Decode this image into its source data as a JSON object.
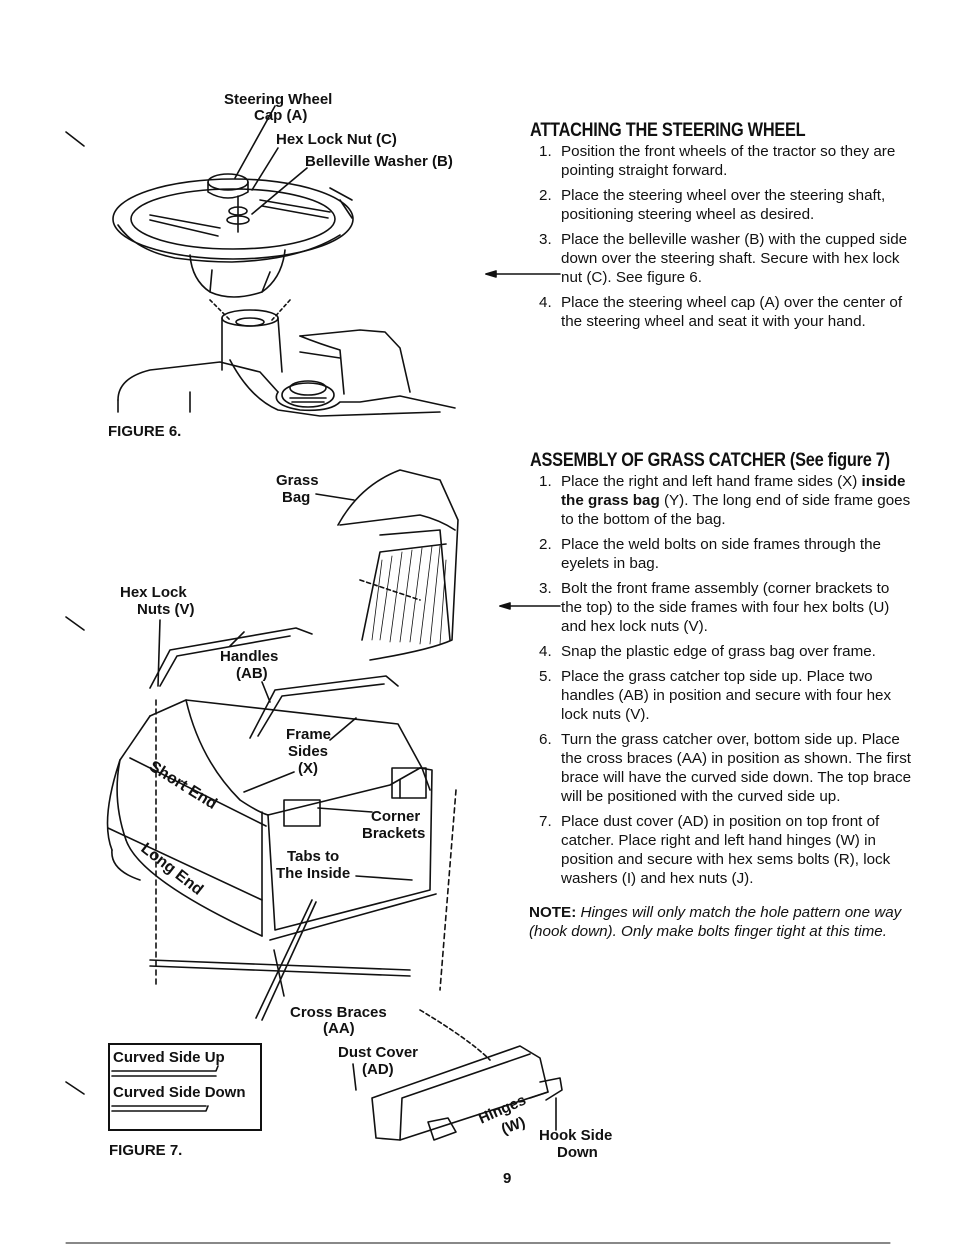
{
  "figure6": {
    "labels": {
      "steering_wheel_cap": "Steering Wheel",
      "steering_wheel_cap_2": "Cap (A)",
      "hex_lock_nut": "Hex Lock Nut (C)",
      "belleville_washer": "Belleville Washer (B)"
    },
    "caption": "FIGURE 6."
  },
  "section1": {
    "title": "ATTACHING THE STEERING WHEEL",
    "steps": [
      {
        "num": "1.",
        "text": "Position the front wheels of the tractor so they are pointing straight forward."
      },
      {
        "num": "2.",
        "text": "Place the steering wheel over the steering shaft, positioning steering wheel as desired."
      },
      {
        "num": "3.",
        "text": "Place the belleville washer (B) with the cupped side down over the steering shaft. Secure with hex lock nut (C). See figure 6."
      },
      {
        "num": "4.",
        "text": "Place the steering wheel cap (A) over the center of the steering wheel and seat it with your hand."
      }
    ]
  },
  "section2": {
    "title": "ASSEMBLY OF GRASS CATCHER (See figure 7)",
    "step1": {
      "num": "1.",
      "pre": "Place the right and left hand frame sides (X) ",
      "bold": "inside the grass bag",
      "post": " (Y). The long end of side frame goes to the bottom of the bag."
    },
    "steps": [
      {
        "num": "2.",
        "text": "Place the weld bolts on side frames through the eyelets in bag."
      },
      {
        "num": "3.",
        "text": "Bolt the front frame assembly (corner brackets to the top) to the side frames with four hex bolts (U) and hex lock nuts (V)."
      },
      {
        "num": "4.",
        "text": "Snap the plastic edge of grass bag over frame."
      },
      {
        "num": "5.",
        "text": "Place the grass catcher top side up. Place two handles (AB) in position and secure with four hex lock nuts (V)."
      },
      {
        "num": "6.",
        "text": "Turn the grass catcher over, bottom side up. Place the cross braces (AA) in position as shown. The first brace will have the curved side down. The top brace will be positioned with the curved side up."
      },
      {
        "num": "7.",
        "text": "Place dust cover (AD) in position on top front of catcher. Place right and left hand hinges (W) in position and secure with hex sems bolts (R), lock washers (I) and hex nuts (J)."
      }
    ],
    "note_label": "NOTE:",
    "note_text": " Hinges will only match the hole pattern one way (hook down). Only make bolts finger tight at this time."
  },
  "figure7": {
    "labels": {
      "grass": "Grass",
      "bag": "Bag",
      "hex_lock": "Hex Lock",
      "nuts": "Nuts (V)",
      "handles": "Handles",
      "handles_ab": "(AB)",
      "frame": "Frame",
      "sides": "Sides",
      "x": "(X)",
      "short_end": "Short End",
      "long_end": "Long End",
      "corner": "Corner",
      "brackets": "Brackets",
      "tabs_to": "Tabs to",
      "the_inside": "The Inside",
      "cross_braces": "Cross Braces",
      "aa": "(AA)",
      "dust_cover": "Dust Cover",
      "ad": "(AD)",
      "hinges": "Hinges",
      "w": "(W)",
      "hook_side": "Hook Side",
      "down": "Down"
    },
    "legend": {
      "curved_up": "Curved Side Up",
      "curved_down": "Curved Side Down"
    },
    "caption": "FIGURE 7."
  },
  "page_number": "9"
}
